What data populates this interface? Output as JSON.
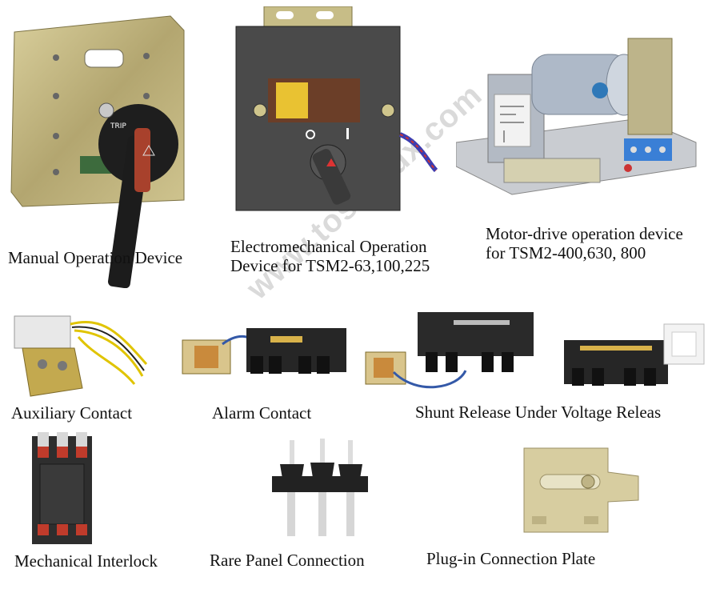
{
  "watermark": "www.tosunlux.com",
  "items": [
    {
      "id": "manual",
      "label": "Manual Operation Device"
    },
    {
      "id": "electro",
      "label": "Electromechanical Operation Device for TSM2-63,100,225"
    },
    {
      "id": "motor",
      "label": "Motor-drive operation device for TSM2-400,630, 800"
    },
    {
      "id": "aux",
      "label": "Auxiliary Contact"
    },
    {
      "id": "alarm",
      "label": "Alarm Contact"
    },
    {
      "id": "shunt",
      "label": "Shunt Release Under Voltage Releas"
    },
    {
      "id": "interlock",
      "label": "Mechanical Interlock"
    },
    {
      "id": "rare",
      "label": "Rare Panel Connection"
    },
    {
      "id": "plugin",
      "label": "Plug-in Connection Plate"
    }
  ],
  "colors": {
    "metal": "#b9ad78",
    "dark_plastic": "#3a3a3a",
    "handle_red": "#a8412c",
    "motor_blue": "#aeb9c8",
    "terminal_blue": "#3a7fd6"
  }
}
